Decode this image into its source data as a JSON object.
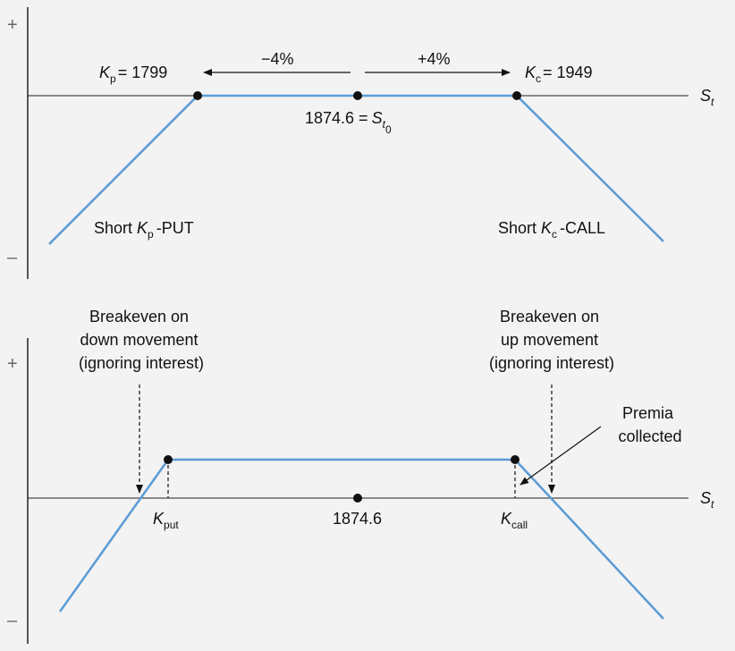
{
  "colors": {
    "payoff_line": "#5b9bd5",
    "axis": "#222222",
    "background": "#f3f3f3"
  },
  "top_panel": {
    "plus_sign": "+",
    "minus_sign": "–",
    "axis_label": "S",
    "axis_label_sub": "t",
    "kp_label": "K",
    "kp_sub": "p",
    "kp_value": "= 1799",
    "kc_label": "K",
    "kc_sub": "c",
    "kc_value": "= 1949",
    "minus_pct": "−4%",
    "plus_pct": "+4%",
    "center_value": "1874.6 =",
    "center_symbol": "S",
    "center_sub_t": "t",
    "center_sub_0": "0",
    "short_put_prefix": "Short",
    "short_put_k": "K",
    "short_put_sub": "p",
    "short_put_suffix": "-PUT",
    "short_call_prefix": "Short",
    "short_call_k": "K",
    "short_call_sub": "c",
    "short_call_suffix": "-CALL"
  },
  "bottom_panel": {
    "plus_sign": "+",
    "minus_sign": "–",
    "axis_label": "S",
    "axis_label_sub": "t",
    "breakeven_down": [
      "Breakeven on",
      "down movement",
      "(ignoring interest)"
    ],
    "breakeven_up": [
      "Breakeven on",
      "up movement",
      "(ignoring interest)"
    ],
    "premia": [
      "Premia",
      "collected"
    ],
    "kput_label": "K",
    "kput_sub": "put",
    "center_value": "1874.6",
    "kcall_label": "K",
    "kcall_sub": "call"
  }
}
